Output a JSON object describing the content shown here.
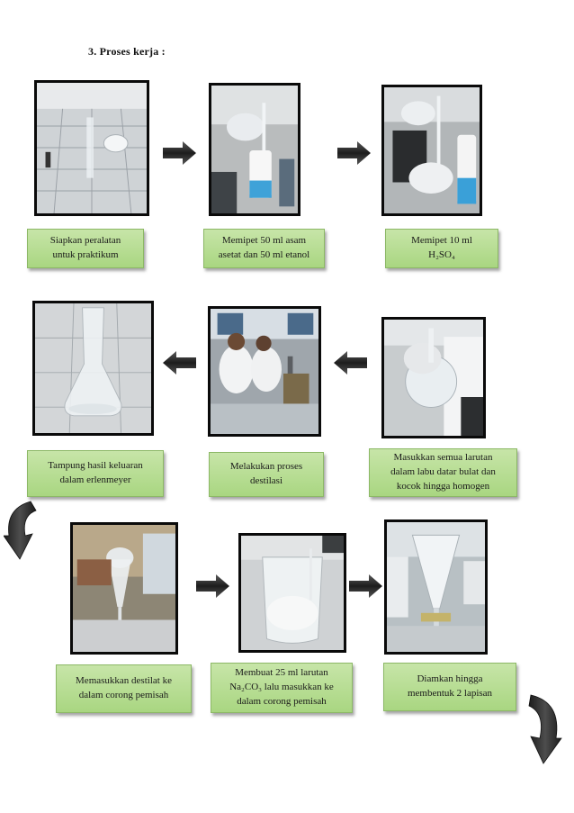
{
  "heading": "3.  Proses kerja  :",
  "steps": [
    {
      "line1": "Siapkan peralatan",
      "line2": "untuk praktikum",
      "line3": ""
    },
    {
      "line1": "Memipet 50 ml asam",
      "line2": "asetat dan 50 ml etanol",
      "line3": ""
    },
    {
      "line1": "Memipet 10 ml",
      "line2": "H₂SO₄",
      "line3": ""
    },
    {
      "line1": "Tampung hasil keluaran",
      "line2": "dalam erlenmeyer",
      "line3": ""
    },
    {
      "line1": "Melakukan proses",
      "line2": "destilasi",
      "line3": ""
    },
    {
      "line1": "Masukkan semua larutan",
      "line2": "dalam labu datar bulat dan",
      "line3": "kocok hingga homogen"
    },
    {
      "line1": "Memasukkan destilat ke",
      "line2": "dalam corong pemisah",
      "line3": ""
    },
    {
      "line1": "Membuat 25 ml larutan",
      "line2": "Na₂CO₃ lalu masukkan ke",
      "line3": "dalam corong pemisah"
    },
    {
      "line1": "Diamkan hingga",
      "line2": "membentuk  2 lapisan",
      "line3": ""
    }
  ],
  "colors": {
    "label_fill": "#b5dc8f",
    "label_border": "#8cb866",
    "arrow": "#2b2b2b",
    "photo_frame": "#0a0a0a"
  },
  "icons": [
    "arrow-right-icon",
    "arrow-left-icon",
    "curved-arrow-down-icon"
  ]
}
